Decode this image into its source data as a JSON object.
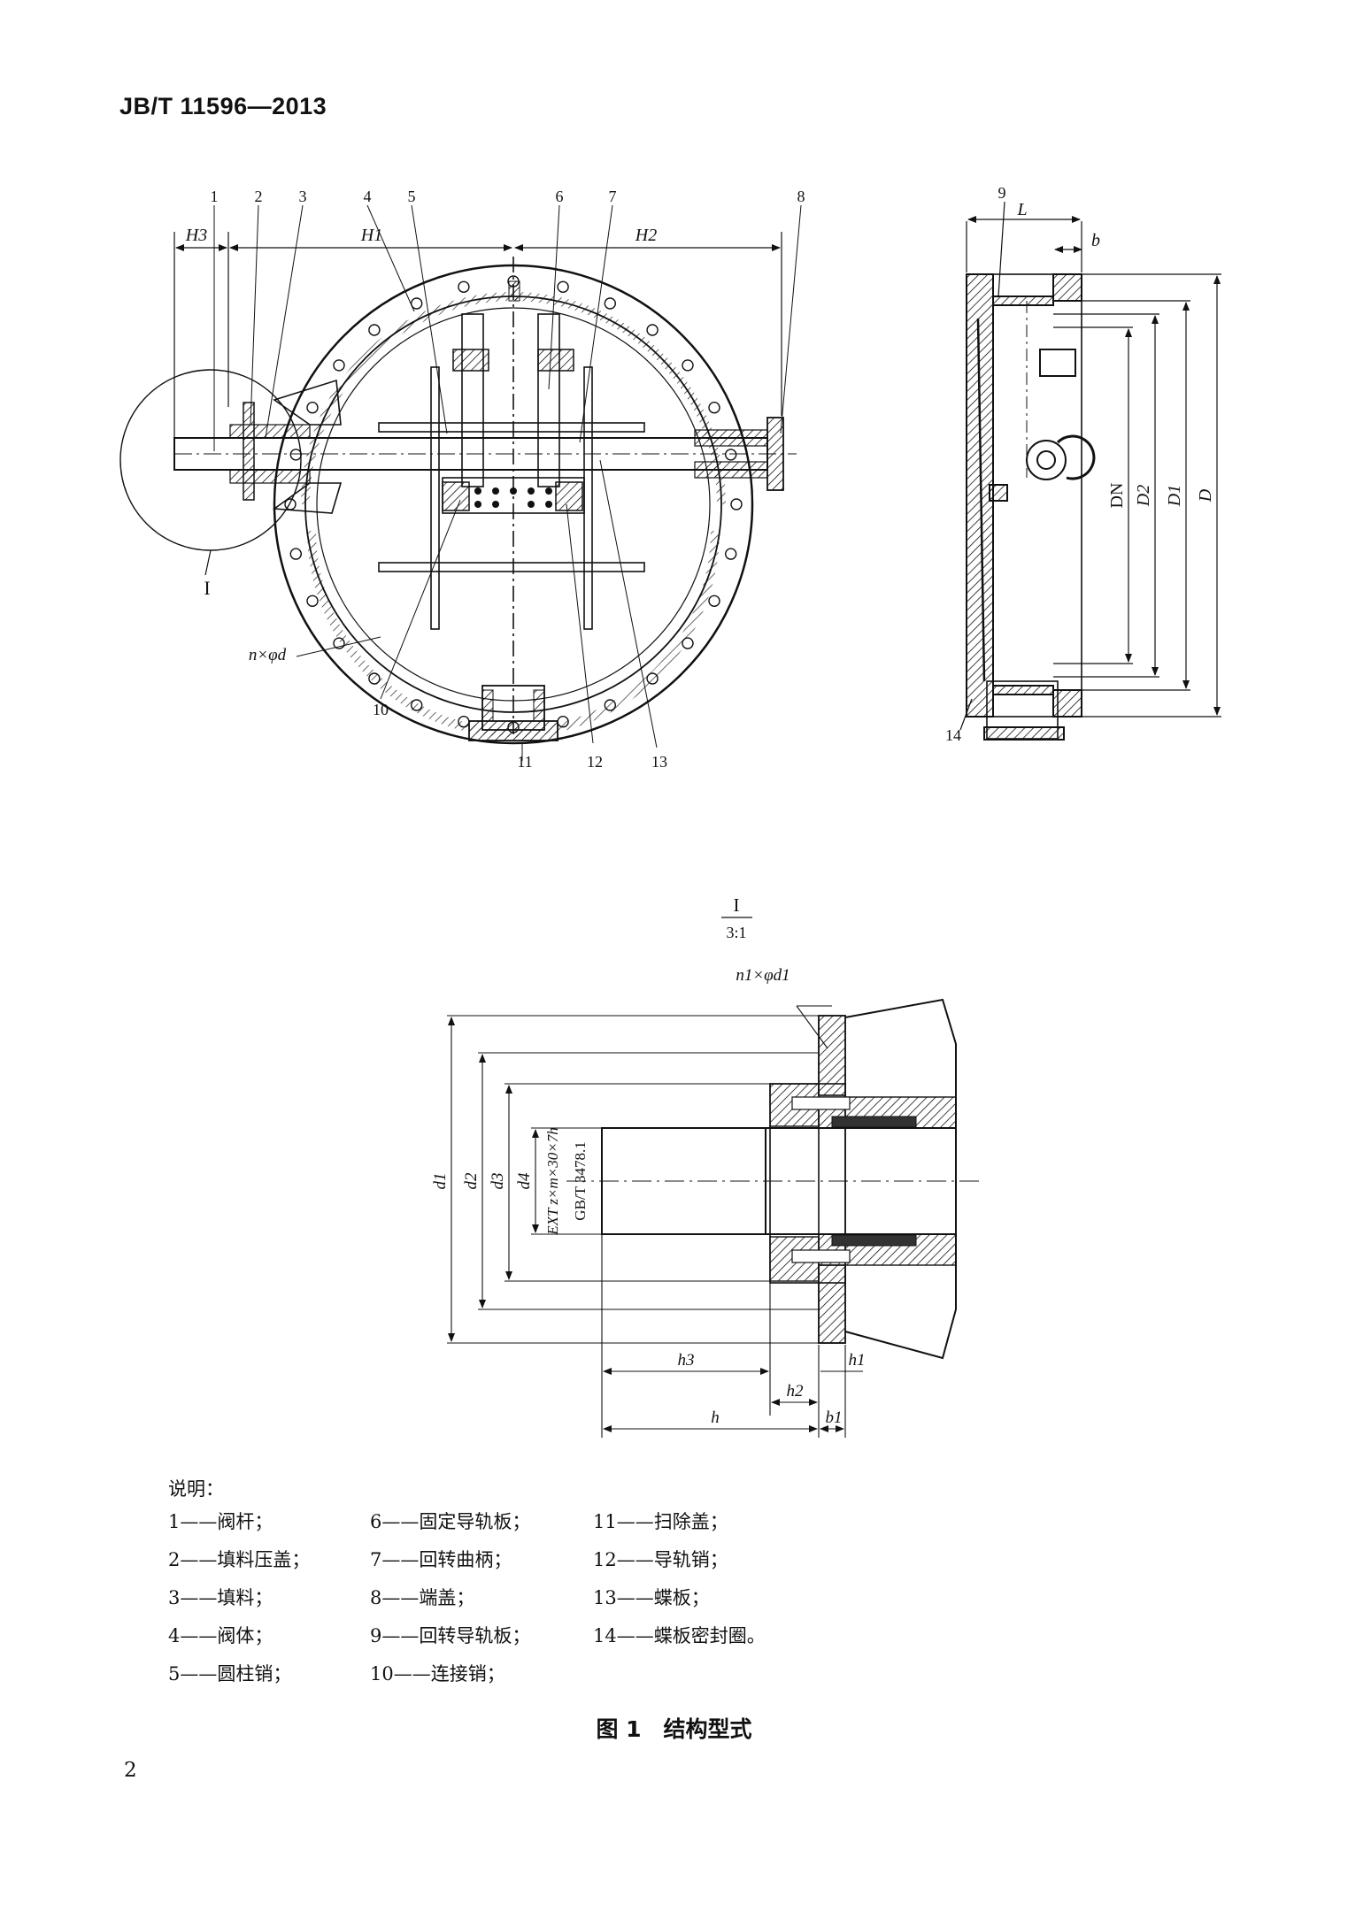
{
  "header": {
    "standard_no": "JB/T 11596—2013"
  },
  "front_view": {
    "dims": {
      "h3": "H3",
      "h1": "H1",
      "h2": "H2"
    },
    "callouts_top": [
      "1",
      "2",
      "3",
      "4",
      "5",
      "6",
      "7",
      "8"
    ],
    "callouts_bottom": [
      "10",
      "11",
      "12",
      "13"
    ],
    "hole_note": "n×φd",
    "detail_mark": "I"
  },
  "side_view": {
    "callout_top": "9",
    "callout_bottom": "14",
    "dims": {
      "L": "L",
      "b": "b",
      "DN": "DN",
      "D2": "D2",
      "D1": "D1",
      "D": "D"
    }
  },
  "detail": {
    "title": "I",
    "scale": "3:1",
    "hole_note": "n1×φd1",
    "spline_note": "EXT z×m×30×7h",
    "spline_std": "GB/T 3478.1",
    "dims": {
      "d1": "d1",
      "d2": "d2",
      "d3": "d3",
      "d4": "d4",
      "h": "h",
      "h1": "h1",
      "h2": "h2",
      "h3": "h3",
      "b1": "b1"
    }
  },
  "legend": {
    "title": "说明：",
    "items": [
      "1——阀杆；",
      "6——固定导轨板；",
      "11——扫除盖；",
      "2——填料压盖；",
      "7——回转曲柄；",
      "12——导轨销；",
      "3——填料；",
      "8——端盖；",
      "13——蝶板；",
      "4——阀体；",
      "9——回转导轨板；",
      "14——蝶板密封圈。",
      "5——圆柱销；",
      "10——连接销；",
      ""
    ]
  },
  "caption": "图 1　结构型式",
  "page_number": "2"
}
